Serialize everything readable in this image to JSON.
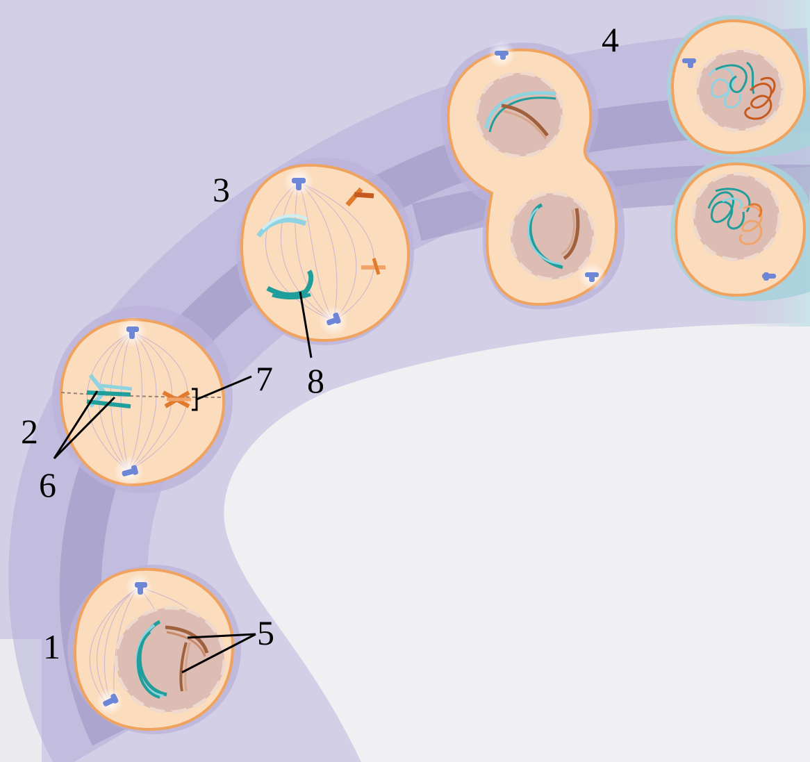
{
  "diagram": {
    "stage_labels": [
      "1",
      "2",
      "3",
      "4"
    ],
    "part_labels": [
      "5",
      "6",
      "7",
      "8"
    ]
  },
  "colors": {
    "background_lavender": "#d3cfe6",
    "arc_band": "#b4aed8",
    "arc_core": "#9d96c3",
    "white_area": "#f0f0f2",
    "cytoplasm": "#fbdcbd",
    "cell_membrane": "#f0a35e",
    "nucleus": "#ddbcb3",
    "chromosome_teal": "#1f9e9c",
    "chromosome_light_blue": "#8fd3e0",
    "chromosome_brown": "#a0603c",
    "chromosome_orange": "#e07a2c",
    "centrosome": "#6d86d6"
  }
}
